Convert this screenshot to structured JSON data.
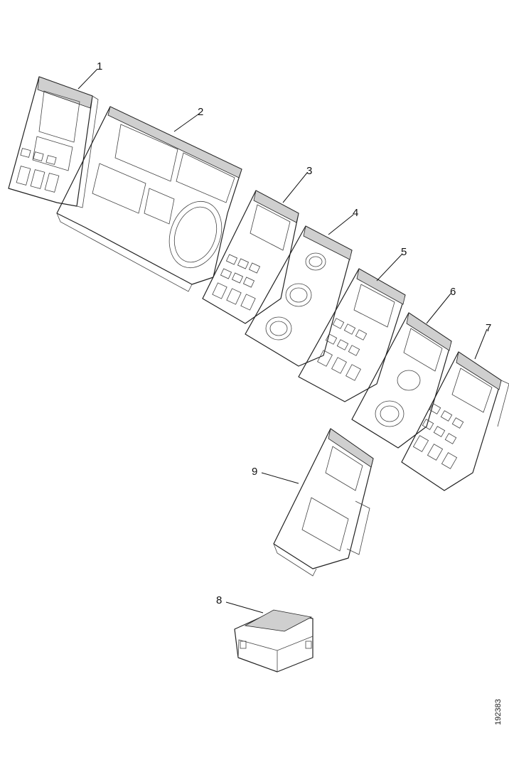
{
  "callouts": [
    {
      "id": "1",
      "label": "1"
    },
    {
      "id": "2",
      "label": "2"
    },
    {
      "id": "3",
      "label": "3"
    },
    {
      "id": "4",
      "label": "4"
    },
    {
      "id": "5",
      "label": "5"
    },
    {
      "id": "6",
      "label": "6"
    },
    {
      "id": "7",
      "label": "7"
    },
    {
      "id": "8",
      "label": "8"
    },
    {
      "id": "9",
      "label": "9"
    }
  ],
  "reference_number": "192383"
}
